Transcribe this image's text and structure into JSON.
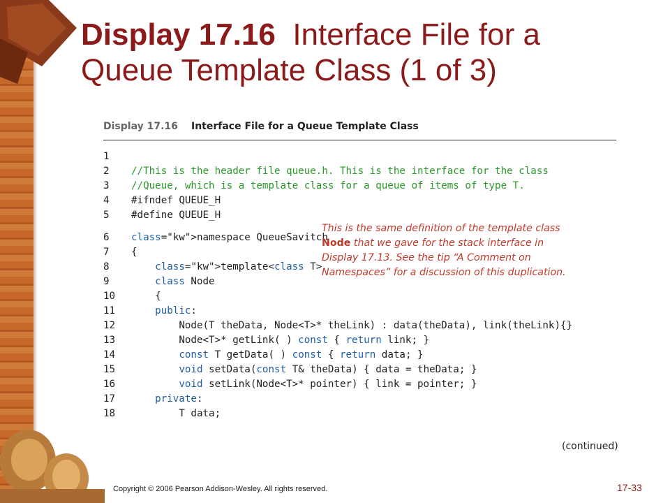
{
  "slide": {
    "title_bold": "Display 17.16",
    "title_rest_line1": "Interface File for a",
    "title_line2": "Queue Template Class (1 of 3)",
    "display_label": "Display 17.16",
    "display_title": "Interface File for a Queue Template Class",
    "continued": "(continued)",
    "copyright": "Copyright © 2006 Pearson Addison-Wesley. All rights reserved.",
    "page_number": "17-33"
  },
  "code_lines": [
    {
      "n": "1",
      "text": ""
    },
    {
      "n": "2",
      "text": "//This is the header file queue.h. This is the interface for the class"
    },
    {
      "n": "3",
      "text": "//Queue, which is a template class for a queue of items of type T."
    },
    {
      "n": "4",
      "text": "#ifndef QUEUE_H"
    },
    {
      "n": "5",
      "text": "#define QUEUE_H"
    },
    {
      "n": "6",
      "text": "namespace QueueSavitch"
    },
    {
      "n": "7",
      "text": "{"
    },
    {
      "n": "8",
      "text": "    template<class T>"
    },
    {
      "n": "9",
      "text": "    class Node"
    },
    {
      "n": "10",
      "text": "    {"
    },
    {
      "n": "11",
      "text": "    public:"
    },
    {
      "n": "12",
      "text": "        Node(T theData, Node<T>* theLink) : data(theData), link(theLink){}"
    },
    {
      "n": "13",
      "text": "        Node<T>* getLink( ) const { return link; }"
    },
    {
      "n": "14",
      "text": "        const T getData( ) const { return data; }"
    },
    {
      "n": "15",
      "text": "        void setData(const T& theData) { data = theData; }"
    },
    {
      "n": "16",
      "text": "        void setLink(Node<T>* pointer) { link = pointer; }"
    },
    {
      "n": "17",
      "text": "    private:"
    },
    {
      "n": "18",
      "text": "        T data;"
    }
  ],
  "annotation": {
    "line1": "This is the same definition of the template class",
    "line2_code": "Node",
    "line2_rest": " that we gave for the stack interface in",
    "line3": "Display 17.13. See the tip “A Comment on",
    "line4": "Namespaces” for a discussion of this duplication."
  },
  "colors": {
    "title": "#8b1a1a",
    "comment": "#2a9a2a",
    "keyword": "#1f5fa6",
    "annotation": "#c0392b"
  }
}
